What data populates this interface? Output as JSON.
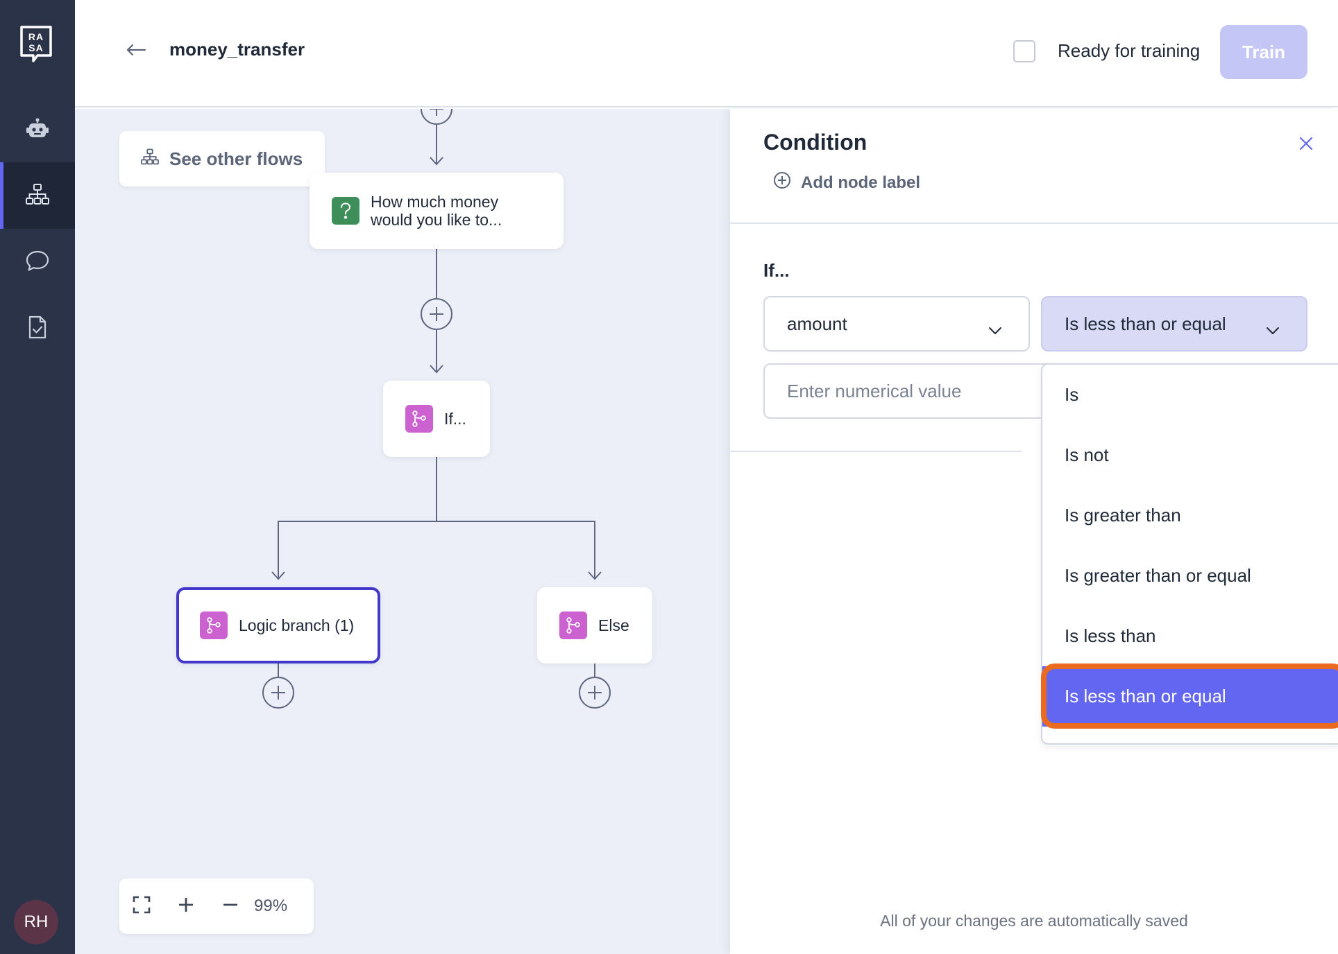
{
  "sidebar": {
    "items": [
      {
        "name": "assistant",
        "icon": "robot-icon"
      },
      {
        "name": "flows",
        "icon": "flows-tree-icon",
        "active": true
      },
      {
        "name": "conversations",
        "icon": "chat-bubble-icon"
      },
      {
        "name": "training",
        "icon": "document-check-icon"
      }
    ],
    "avatar_initials": "RH"
  },
  "header": {
    "title": "money_transfer",
    "ready_label": "Ready for training",
    "ready_checked": false,
    "train_label": "Train"
  },
  "canvas": {
    "see_other_flows": "See other flows",
    "nodes": {
      "question": "How much money would you like to...",
      "if": "If...",
      "branch": "Logic branch (1)",
      "else": "Else"
    },
    "zoom_level": "99%"
  },
  "panel": {
    "title": "Condition",
    "add_node_label": "Add node label",
    "if_label": "If...",
    "field_select": "amount",
    "operator_select": "Is less than or equal",
    "value_placeholder": "Enter numerical value",
    "operator_options": [
      "Is",
      "Is not",
      "Is greater than",
      "Is greater than or equal",
      "Is less than",
      "Is less than or equal"
    ],
    "selected_option_index": 5,
    "saved_note": "All of your changes are automatically saved"
  },
  "colors": {
    "sidebar_bg": "#2b3348",
    "accent": "#6366f1",
    "highlight": "#ea6b1f",
    "logic_node_icon": "#cc62cf",
    "question_node_icon": "#3e8e5a"
  }
}
